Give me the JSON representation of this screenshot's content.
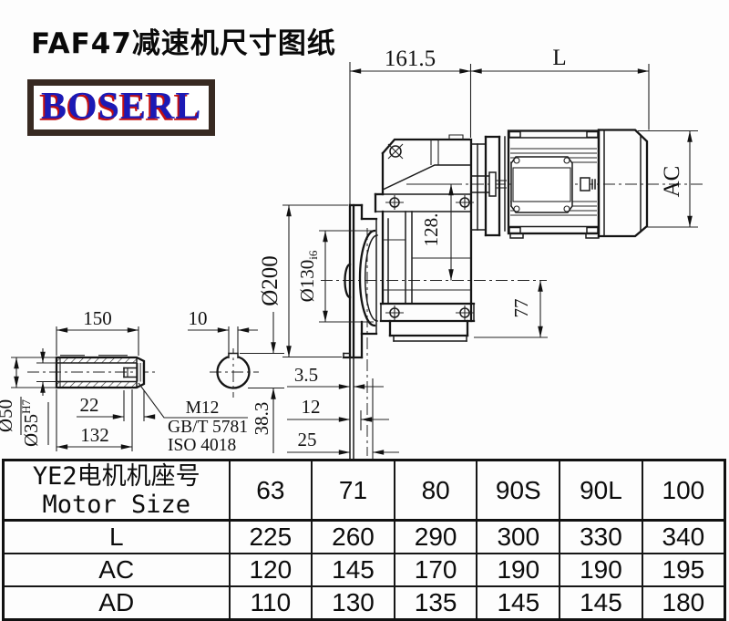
{
  "title": "FAF47减速机尺寸图纸",
  "logo": "BOSERL",
  "dims": {
    "d161": "161.5",
    "L": "L",
    "AC": "AC",
    "d200": "Ø200",
    "d130": "Ø130",
    "d130fit": "i6",
    "d128": "128.",
    "d77": "77",
    "d150": "150",
    "d10": "10",
    "d50": "Ø50",
    "d35": "Ø35",
    "d35fit": "H7",
    "d22": "22",
    "d132": "132",
    "m12": "M12",
    "gbt": "GB/T 5781",
    "iso": "ISO 4018",
    "d3_5": "3.5",
    "d12": "12",
    "d25": "25",
    "d38_3": "38.3"
  },
  "table": {
    "header_cn": "YE2电机机座号",
    "header_en": "Motor Size",
    "columns": [
      "63",
      "71",
      "80",
      "90S",
      "90L",
      "100"
    ],
    "rows": [
      {
        "label": "L",
        "values": [
          "225",
          "260",
          "290",
          "300",
          "330",
          "340"
        ]
      },
      {
        "label": "AC",
        "values": [
          "120",
          "145",
          "170",
          "190",
          "190",
          "195"
        ]
      },
      {
        "label": "AD",
        "values": [
          "110",
          "130",
          "135",
          "145",
          "145",
          "180"
        ]
      }
    ]
  }
}
